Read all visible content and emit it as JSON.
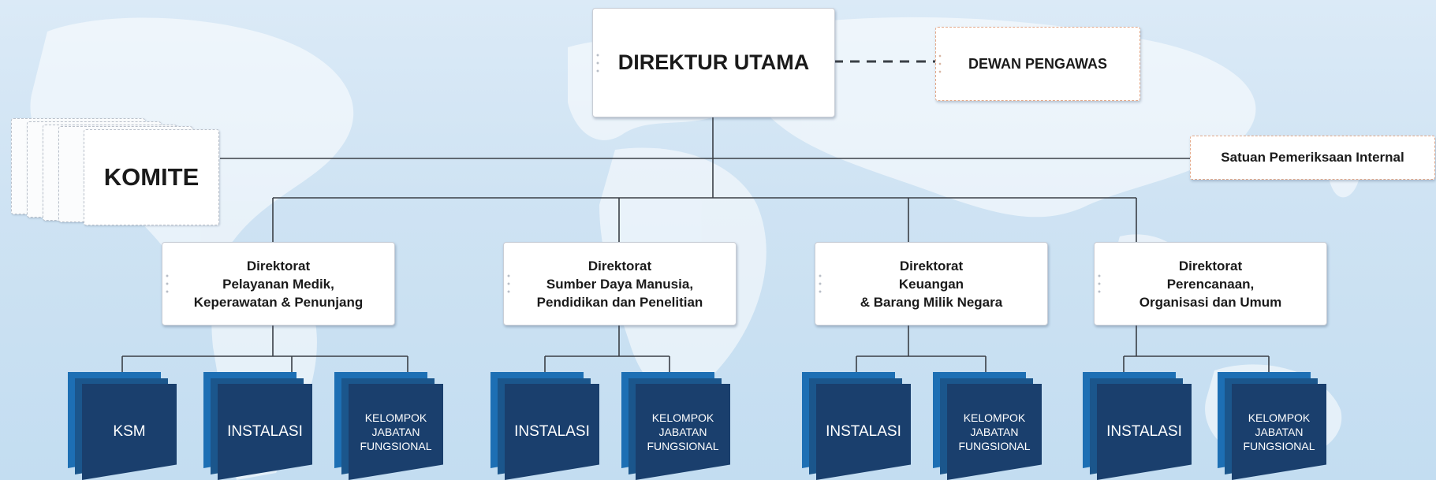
{
  "chart": {
    "top": "DIREKTUR UTAMA",
    "supervisory": "DEWAN PENGAWAS",
    "internal_audit": "Satuan Pemeriksaan Internal",
    "committee": "KOMITE",
    "directorates": [
      {
        "lines": [
          "Direktorat",
          "Pelayanan Medik,",
          "Keperawatan & Penunjang"
        ],
        "units": [
          {
            "lines": [
              "KSM"
            ]
          },
          {
            "lines": [
              "INSTALASI"
            ]
          },
          {
            "lines": [
              "KELOMPOK",
              "JABATAN",
              "FUNGSIONAL"
            ]
          }
        ]
      },
      {
        "lines": [
          "Direktorat",
          "Sumber Daya Manusia,",
          "Pendidikan dan Penelitian"
        ],
        "units": [
          {
            "lines": [
              "INSTALASI"
            ]
          },
          {
            "lines": [
              "KELOMPOK",
              "JABATAN",
              "FUNGSIONAL"
            ]
          }
        ]
      },
      {
        "lines": [
          "Direktorat",
          "Keuangan",
          "& Barang Milik Negara"
        ],
        "units": [
          {
            "lines": [
              "INSTALASI"
            ]
          },
          {
            "lines": [
              "KELOMPOK",
              "JABATAN",
              "FUNGSIONAL"
            ]
          }
        ]
      },
      {
        "lines": [
          "Direktorat",
          "Perencanaan,",
          "Organisasi dan Umum"
        ],
        "units": [
          {
            "lines": [
              "INSTALASI"
            ]
          },
          {
            "lines": [
              "KELOMPOK",
              "JABATAN",
              "FUNGSIONAL"
            ]
          }
        ]
      }
    ]
  },
  "colors": {
    "unit_front": "#1a3f6d",
    "unit_mid": "#1b568c",
    "unit_back": "#1d6fb4",
    "line": "#3a3f46",
    "dashed_border": "#e3a98a"
  }
}
